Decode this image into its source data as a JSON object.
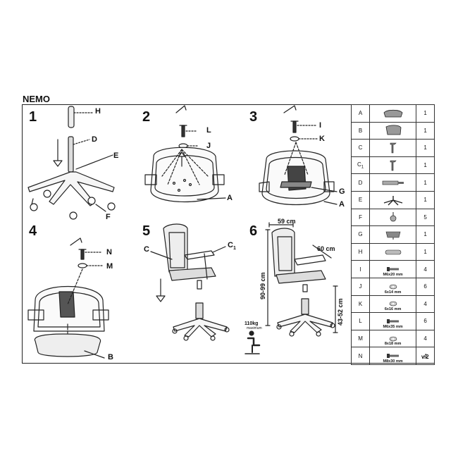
{
  "title": "NEMO",
  "version": "v.2",
  "steps": [
    "1",
    "2",
    "3",
    "4",
    "5",
    "6"
  ],
  "labels": {
    "h": "H",
    "d": "D",
    "e": "E",
    "f": "F",
    "l": "L",
    "j": "J",
    "a2": "A",
    "i": "I",
    "k": "K",
    "g": "G",
    "a3": "A",
    "n": "N",
    "m": "M",
    "b": "B",
    "c": "C",
    "c1": "C",
    "c1_sub": "1"
  },
  "dimensions": {
    "seat_depth": "59 cm",
    "width": "60 cm",
    "height_total": "90-99 cm",
    "seat_height": "43-52 cm"
  },
  "load": {
    "value": "110kg",
    "note": "maximum"
  },
  "parts": [
    {
      "letter": "A",
      "qty": "1",
      "icon": "seat-icon"
    },
    {
      "letter": "B",
      "qty": "1",
      "icon": "backrest-icon"
    },
    {
      "letter": "C",
      "qty": "1",
      "icon": "armrest-icon"
    },
    {
      "letter": "C1",
      "qty": "1",
      "icon": "armrest-icon"
    },
    {
      "letter": "D",
      "qty": "1",
      "icon": "gas-lift-icon"
    },
    {
      "letter": "E",
      "qty": "1",
      "icon": "base-icon"
    },
    {
      "letter": "F",
      "qty": "5",
      "icon": "caster-icon"
    },
    {
      "letter": "G",
      "qty": "1",
      "icon": "mechanism-icon"
    },
    {
      "letter": "H",
      "qty": "1",
      "icon": "cover-icon"
    },
    {
      "letter": "I",
      "qty": "4",
      "icon": "bolt-icon",
      "spec": "M6x20 mm"
    },
    {
      "letter": "J",
      "qty": "6",
      "icon": "washer-icon",
      "spec": "6x14 mm"
    },
    {
      "letter": "K",
      "qty": "4",
      "icon": "washer-icon",
      "spec": "6x16 mm"
    },
    {
      "letter": "L",
      "qty": "6",
      "icon": "bolt-icon",
      "spec": "M6x35 mm"
    },
    {
      "letter": "M",
      "qty": "4",
      "icon": "washer-icon",
      "spec": "8x18 mm"
    },
    {
      "letter": "N",
      "qty": "4",
      "icon": "bolt-icon",
      "spec": "M8x30 mm"
    }
  ]
}
